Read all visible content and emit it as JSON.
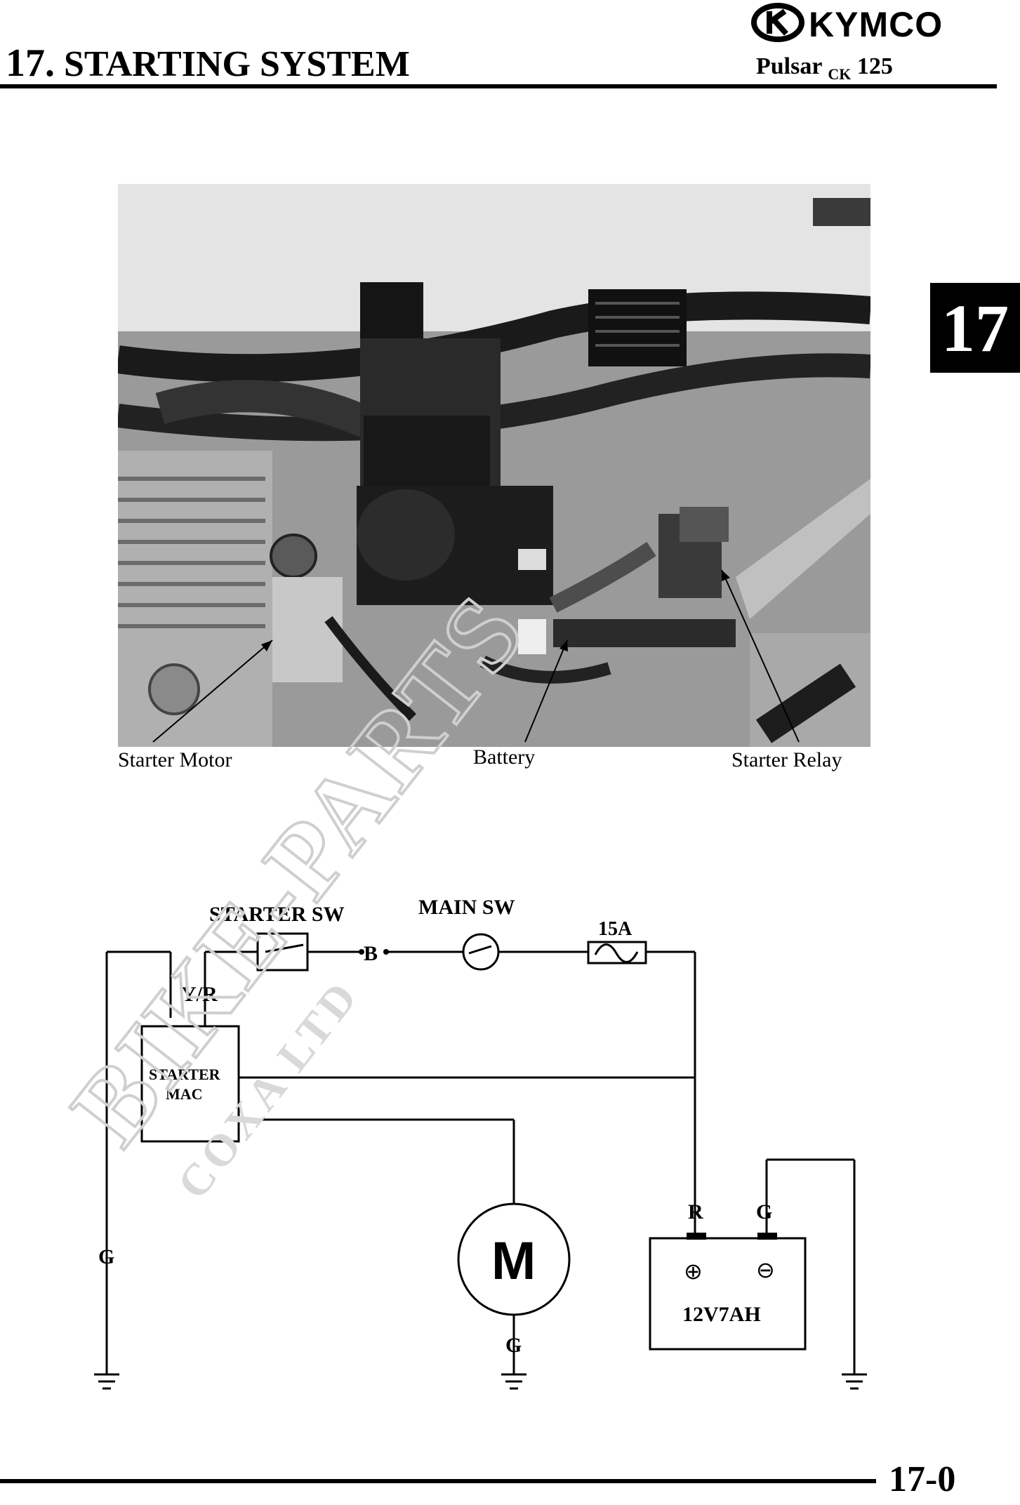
{
  "header": {
    "chapter_number": "17.",
    "chapter_title": "STARTING SYSTEM",
    "brand": "KYMCO",
    "model_name": "Pulsar",
    "model_sub": "CK",
    "model_displacement": "125"
  },
  "chapter_tab": "17",
  "photo_labels": {
    "starter_motor": "Starter Motor",
    "battery": "Battery",
    "starter_relay": "Starter Relay"
  },
  "wiring_diagram": {
    "starter_switch": "STARTER SW",
    "main_switch": "MAIN SW",
    "fuse": "15A",
    "wire_b": "B",
    "wire_yr": "Y/R",
    "relay_line1": "STARTER",
    "relay_line2": "MAC",
    "motor": "M",
    "battery": "12V7AH",
    "battery_plus": "⊕",
    "battery_minus": "⊖",
    "terminal_r": "R",
    "terminal_g": "G",
    "ground_left": "G",
    "ground_motor": "G"
  },
  "watermark": {
    "main": "BIKE-PARTS",
    "sub": "COXA LTD"
  },
  "footer": {
    "page_number": "17-0"
  },
  "colors": {
    "ink": "#000000",
    "paper": "#ffffff",
    "watermark": "#d9d9d9"
  }
}
